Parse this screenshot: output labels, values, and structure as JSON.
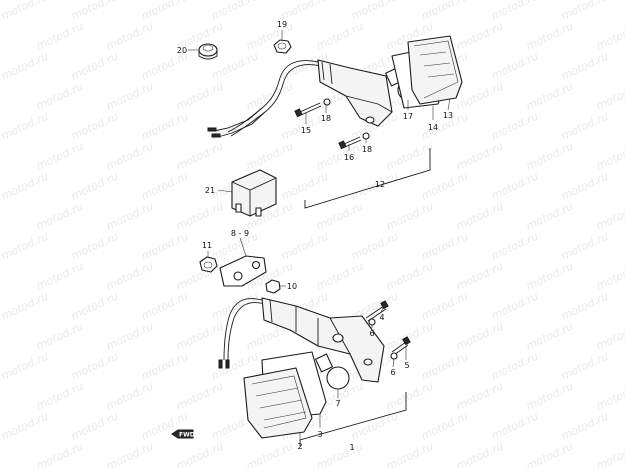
{
  "watermark": "motod.ru",
  "front_marker": "FWD",
  "callouts": {
    "c1": "1",
    "c2": "2",
    "c3": "3",
    "c4": "4",
    "c5": "5",
    "c6a": "6",
    "c6b": "6",
    "c7a": "7",
    "c7b": "17",
    "c89": "8 - 9",
    "c10": "10",
    "c11": "11",
    "c12": "12",
    "c13": "13",
    "c14": "14",
    "c15": "15",
    "c16": "16",
    "c18a": "18",
    "c18b": "18",
    "c19": "19",
    "c20": "20",
    "c21": "21"
  }
}
